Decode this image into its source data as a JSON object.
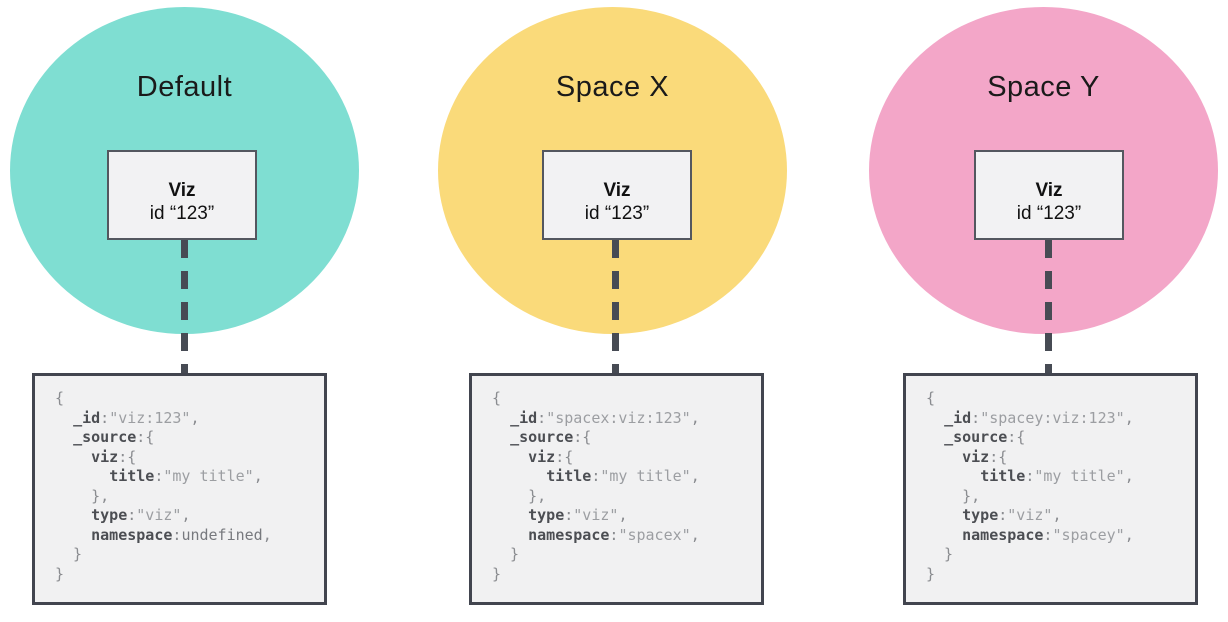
{
  "colors": {
    "line": "#474b54",
    "viz-border": "#54575f",
    "box-border": "#42454f",
    "viz-fill": "#f2f2f3",
    "box-fill": "#f1f1f2",
    "title-color": "#1a1a1a",
    "code-key": "#4c4e53",
    "code-string": "#9c9ea2",
    "code-undefined": "#77797e",
    "code-punct": "#8a8c90"
  },
  "columns": [
    {
      "title": "Default",
      "circle_color": "#7fded2",
      "viz_box": {
        "title": "Viz",
        "id": "id “123”"
      },
      "code": [
        [
          {
            "t": "p",
            "v": "{"
          }
        ],
        [
          {
            "t": "p",
            "v": "  "
          },
          {
            "t": "k",
            "v": "_id"
          },
          {
            "t": "p",
            "v": ":"
          },
          {
            "t": "s",
            "v": "\"viz:123\""
          },
          {
            "t": "p",
            "v": ","
          }
        ],
        [
          {
            "t": "p",
            "v": "  "
          },
          {
            "t": "k",
            "v": "_source"
          },
          {
            "t": "p",
            "v": ":{"
          }
        ],
        [
          {
            "t": "p",
            "v": "    "
          },
          {
            "t": "k",
            "v": "viz"
          },
          {
            "t": "p",
            "v": ":{"
          }
        ],
        [
          {
            "t": "p",
            "v": "      "
          },
          {
            "t": "k",
            "v": "title"
          },
          {
            "t": "p",
            "v": ":"
          },
          {
            "t": "s",
            "v": "\"my title\""
          },
          {
            "t": "p",
            "v": ","
          }
        ],
        [
          {
            "t": "p",
            "v": "    },"
          }
        ],
        [
          {
            "t": "p",
            "v": "    "
          },
          {
            "t": "k",
            "v": "type"
          },
          {
            "t": "p",
            "v": ":"
          },
          {
            "t": "s",
            "v": "\"viz\""
          },
          {
            "t": "p",
            "v": ","
          }
        ],
        [
          {
            "t": "p",
            "v": "    "
          },
          {
            "t": "k",
            "v": "namespace"
          },
          {
            "t": "p",
            "v": ":"
          },
          {
            "t": "u",
            "v": "undefined"
          },
          {
            "t": "p",
            "v": ","
          }
        ],
        [
          {
            "t": "p",
            "v": "  }"
          }
        ],
        [
          {
            "t": "p",
            "v": "}"
          }
        ]
      ]
    },
    {
      "title": "Space X",
      "circle_color": "#fada7a",
      "viz_box": {
        "title": "Viz",
        "id": "id “123”"
      },
      "code": [
        [
          {
            "t": "p",
            "v": "{"
          }
        ],
        [
          {
            "t": "p",
            "v": "  "
          },
          {
            "t": "k",
            "v": "_id"
          },
          {
            "t": "p",
            "v": ":"
          },
          {
            "t": "s",
            "v": "\"spacex:viz:123\""
          },
          {
            "t": "p",
            "v": ","
          }
        ],
        [
          {
            "t": "p",
            "v": "  "
          },
          {
            "t": "k",
            "v": "_source"
          },
          {
            "t": "p",
            "v": ":{"
          }
        ],
        [
          {
            "t": "p",
            "v": "    "
          },
          {
            "t": "k",
            "v": "viz"
          },
          {
            "t": "p",
            "v": ":{"
          }
        ],
        [
          {
            "t": "p",
            "v": "      "
          },
          {
            "t": "k",
            "v": "title"
          },
          {
            "t": "p",
            "v": ":"
          },
          {
            "t": "s",
            "v": "\"my title\""
          },
          {
            "t": "p",
            "v": ","
          }
        ],
        [
          {
            "t": "p",
            "v": "    },"
          }
        ],
        [
          {
            "t": "p",
            "v": "    "
          },
          {
            "t": "k",
            "v": "type"
          },
          {
            "t": "p",
            "v": ":"
          },
          {
            "t": "s",
            "v": "\"viz\""
          },
          {
            "t": "p",
            "v": ","
          }
        ],
        [
          {
            "t": "p",
            "v": "    "
          },
          {
            "t": "k",
            "v": "namespace"
          },
          {
            "t": "p",
            "v": ":"
          },
          {
            "t": "s",
            "v": "\"spacex\""
          },
          {
            "t": "p",
            "v": ","
          }
        ],
        [
          {
            "t": "p",
            "v": "  }"
          }
        ],
        [
          {
            "t": "p",
            "v": "}"
          }
        ]
      ]
    },
    {
      "title": "Space Y",
      "circle_color": "#f3a6c8",
      "viz_box": {
        "title": "Viz",
        "id": "id “123”"
      },
      "code": [
        [
          {
            "t": "p",
            "v": "{"
          }
        ],
        [
          {
            "t": "p",
            "v": "  "
          },
          {
            "t": "k",
            "v": "_id"
          },
          {
            "t": "p",
            "v": ":"
          },
          {
            "t": "s",
            "v": "\"spacey:viz:123\""
          },
          {
            "t": "p",
            "v": ","
          }
        ],
        [
          {
            "t": "p",
            "v": "  "
          },
          {
            "t": "k",
            "v": "_source"
          },
          {
            "t": "p",
            "v": ":{"
          }
        ],
        [
          {
            "t": "p",
            "v": "    "
          },
          {
            "t": "k",
            "v": "viz"
          },
          {
            "t": "p",
            "v": ":{"
          }
        ],
        [
          {
            "t": "p",
            "v": "      "
          },
          {
            "t": "k",
            "v": "title"
          },
          {
            "t": "p",
            "v": ":"
          },
          {
            "t": "s",
            "v": "\"my title\""
          },
          {
            "t": "p",
            "v": ","
          }
        ],
        [
          {
            "t": "p",
            "v": "    },"
          }
        ],
        [
          {
            "t": "p",
            "v": "    "
          },
          {
            "t": "k",
            "v": "type"
          },
          {
            "t": "p",
            "v": ":"
          },
          {
            "t": "s",
            "v": "\"viz\""
          },
          {
            "t": "p",
            "v": ","
          }
        ],
        [
          {
            "t": "p",
            "v": "    "
          },
          {
            "t": "k",
            "v": "namespace"
          },
          {
            "t": "p",
            "v": ":"
          },
          {
            "t": "s",
            "v": "\"spacey\""
          },
          {
            "t": "p",
            "v": ","
          }
        ],
        [
          {
            "t": "p",
            "v": "  }"
          }
        ],
        [
          {
            "t": "p",
            "v": "}"
          }
        ]
      ]
    }
  ]
}
